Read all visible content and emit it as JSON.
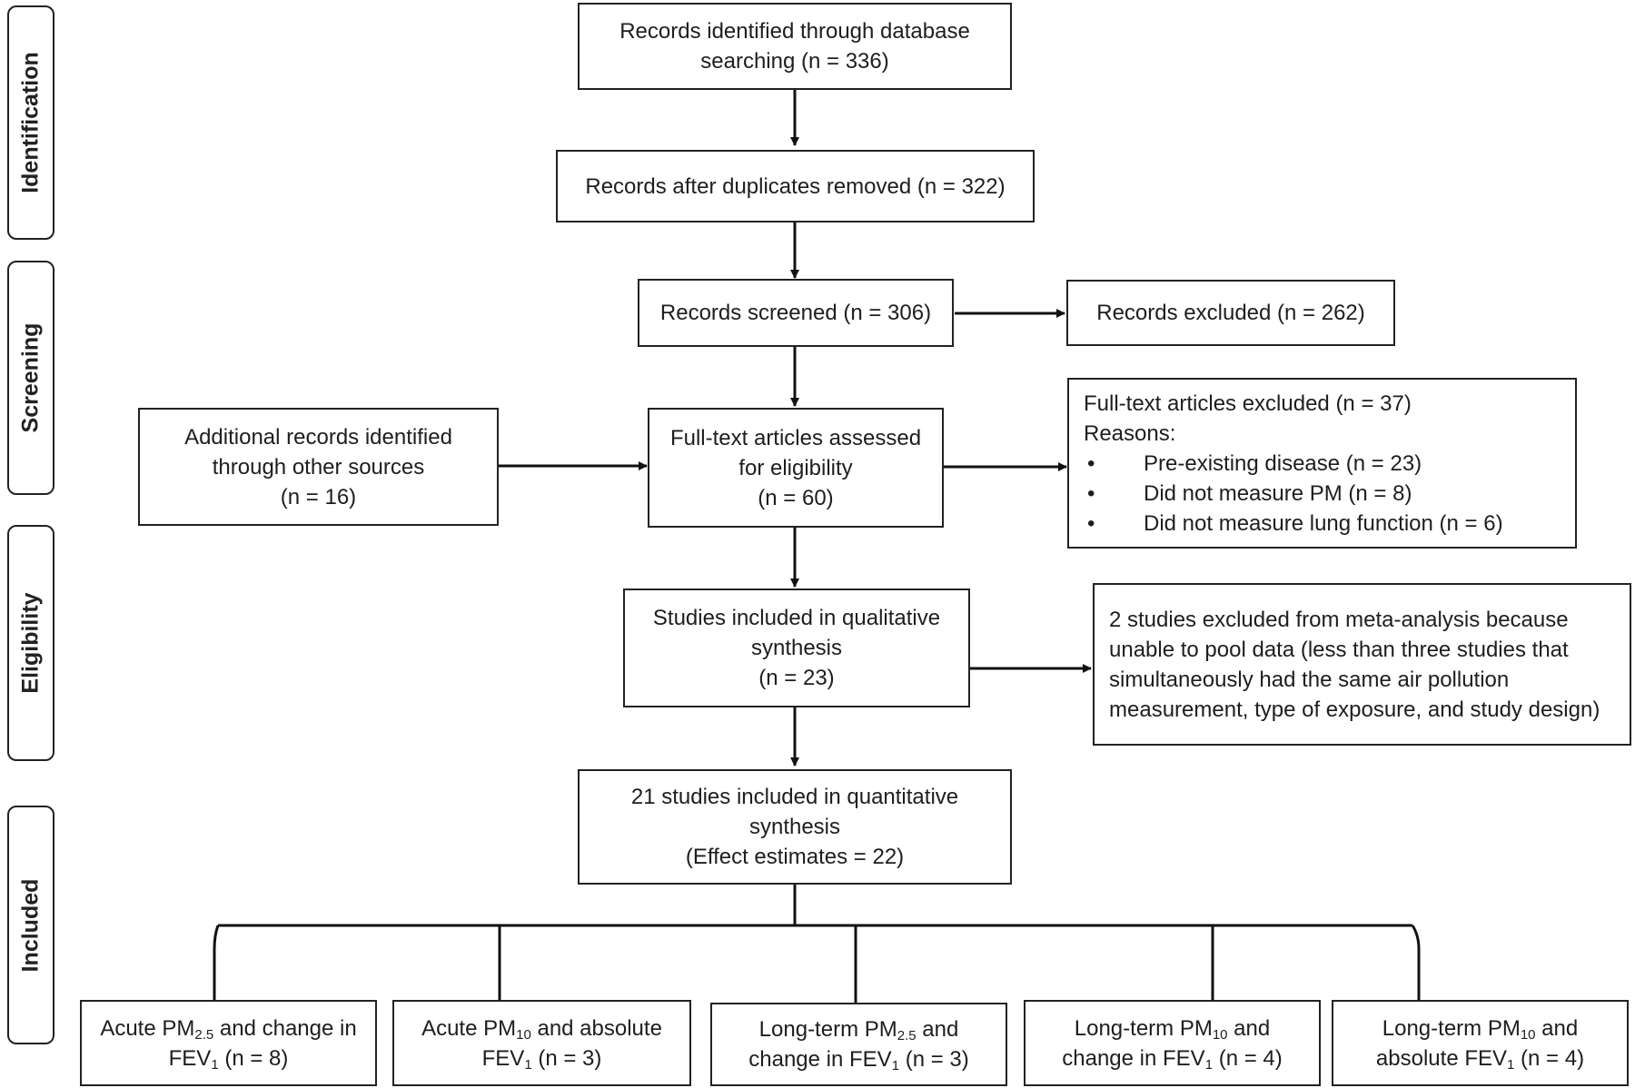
{
  "stages": [
    "Identification",
    "Screening",
    "Eligibility",
    "Included"
  ],
  "identified": {
    "lines": [
      "Records identified through database",
      "searching (n = 336)"
    ]
  },
  "duplicates": {
    "lines": [
      "Records after duplicates removed (n = 322)"
    ]
  },
  "screened": {
    "lines": [
      "Records screened (n = 306)"
    ]
  },
  "excluded": {
    "lines": [
      "Records excluded (n = 262)"
    ]
  },
  "additional": {
    "lines": [
      "Additional records identified",
      "through other sources",
      "(n = 16)"
    ]
  },
  "fulltext": {
    "lines": [
      "Full-text articles assessed",
      "for eligibility",
      "(n = 60)"
    ]
  },
  "fulltext_excluded": {
    "title": "Full-text articles excluded (n = 37)",
    "reasons_label": "Reasons:",
    "bullet_glyph": "•",
    "reasons": [
      "Pre-existing disease (n = 23)",
      "Did not measure PM (n = 8)",
      "Did not measure lung function (n = 6)"
    ]
  },
  "qualitative": {
    "lines": [
      "Studies included in qualitative",
      "synthesis",
      "(n = 23)"
    ]
  },
  "meta_excluded": {
    "lines": [
      "2 studies excluded from meta-analysis because",
      "unable to pool data (less than three studies that",
      "simultaneously had the same air pollution",
      "measurement, type of exposure, and study design)"
    ]
  },
  "quantitative": {
    "lines": [
      "21 studies included in quantitative",
      "synthesis",
      "(Effect estimates = 22)"
    ]
  },
  "outcomes": [
    {
      "l1a": "Acute PM",
      "l1sub": "2.5",
      "l1b": " and change in",
      "l2a": "FEV",
      "l2sub": "1",
      "l2b": " (n = 8)"
    },
    {
      "l1a": "Acute PM",
      "l1sub": "10",
      "l1b": " and absolute",
      "l2a": "FEV",
      "l2sub": "1",
      "l2b": " (n = 3)"
    },
    {
      "l1a": "Long-term PM",
      "l1sub": "2.5",
      "l1b": " and",
      "l2a": "change in FEV",
      "l2sub": "1",
      "l2b": " (n = 3)"
    },
    {
      "l1a": "Long-term PM",
      "l1sub": "10",
      "l1b": " and",
      "l2a": "change in FEV",
      "l2sub": "1",
      "l2b": " (n = 4)"
    },
    {
      "l1a": "Long-term PM",
      "l1sub": "10",
      "l1b": " and",
      "l2a": "absolute FEV",
      "l2sub": "1",
      "l2b": " (n = 4)"
    }
  ]
}
